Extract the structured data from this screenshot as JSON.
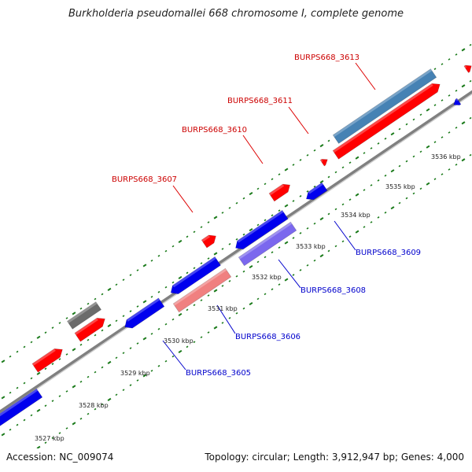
{
  "title": "Burkholderia pseudomallei 668 chromosome I, complete genome",
  "footer": {
    "accession": "Accession: NC_009074",
    "topology": "Topology: circular; Length: 3,912,947 bp; Genes: 4,000"
  },
  "colors": {
    "dot_track": "#1a7a1a",
    "backbone": "#808080",
    "forward_gene": "#ff0000",
    "reverse_gene": "#0000ee",
    "forward_label": "#cc0000",
    "reverse_label": "#0000cc",
    "leader_forward": "#dd0000",
    "leader_reverse": "#0000cc"
  },
  "tick_labels": [
    "3527 kbp",
    "3528 kbp",
    "3529 kbp",
    "3530 kbp",
    "3531 kbp",
    "3532 kbp",
    "3533 kbp",
    "3534 kbp",
    "3535 kbp",
    "3536 kbp"
  ],
  "gene_labels": [
    {
      "id": "BURPS668_3613",
      "strand": "forward"
    },
    {
      "id": "BURPS668_3611",
      "strand": "forward"
    },
    {
      "id": "BURPS668_3610",
      "strand": "forward"
    },
    {
      "id": "BURPS668_3607",
      "strand": "forward"
    },
    {
      "id": "BURPS668_3609",
      "strand": "reverse"
    },
    {
      "id": "BURPS668_3608",
      "strand": "reverse"
    },
    {
      "id": "BURPS668_3606",
      "strand": "reverse"
    },
    {
      "id": "BURPS668_3605",
      "strand": "reverse"
    }
  ],
  "genes": [
    {
      "color": "#ff0000",
      "strand": "forward"
    },
    {
      "color": "#ff0000",
      "strand": "forward"
    },
    {
      "color": "#ff0000",
      "strand": "forward"
    },
    {
      "color": "#ff0000",
      "strand": "forward"
    },
    {
      "color": "#ff0000",
      "strand": "forward"
    },
    {
      "color": "#ff0000",
      "strand": "forward"
    },
    {
      "color": "#ff0000",
      "strand": "forward"
    },
    {
      "color": "#4682b4",
      "strand": "forward"
    },
    {
      "color": "#6b6b6b",
      "strand": "forward"
    },
    {
      "color": "#0000ee",
      "strand": "reverse"
    },
    {
      "color": "#0000ee",
      "strand": "reverse"
    },
    {
      "color": "#0000ee",
      "strand": "reverse"
    },
    {
      "color": "#0000ee",
      "strand": "reverse"
    },
    {
      "color": "#0000ee",
      "strand": "reverse"
    },
    {
      "color": "#7b68ee",
      "strand": "reverse"
    },
    {
      "color": "#f08080",
      "strand": "reverse"
    },
    {
      "color": "#0000ee",
      "strand": "reverse"
    }
  ]
}
